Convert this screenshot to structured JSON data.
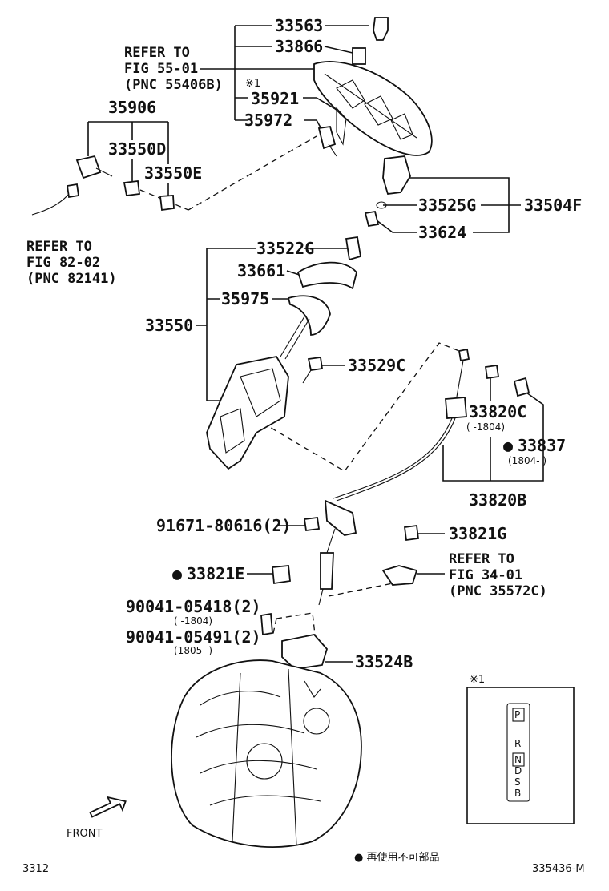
{
  "labels": {
    "p33563": "33563",
    "p33866": "33866",
    "p35921": "35921",
    "p35972": "35972",
    "p35906": "35906",
    "p33550D": "33550D",
    "p33550E": "33550E",
    "p33525G": "33525G",
    "p33504F": "33504F",
    "p33624": "33624",
    "p33522G": "33522G",
    "p33661": "33661",
    "p35975": "35975",
    "p33550": "33550",
    "p33529C": "33529C",
    "p33820C": "33820C",
    "p33837": "33837",
    "p33820B": "33820B",
    "p91671": "91671-80616(2)",
    "p33821G": "33821G",
    "p33821E": "33821E",
    "p90041a": "90041-05418(2)",
    "p90041b": "90041-05491(2)",
    "p33524B": "33524B"
  },
  "date_notes": {
    "n33820C": "(      -1804)",
    "n33837": "(1804-      )",
    "n90041a": "(      -1804)",
    "n90041b": "(1805-      )"
  },
  "refs": {
    "fig55": [
      "REFER TO",
      "FIG 55-01",
      "(PNC 55406B)"
    ],
    "fig82": [
      "REFER TO",
      "FIG 82-02",
      "(PNC 82141)"
    ],
    "fig34": [
      "REFER TO",
      "FIG 34-01",
      "(PNC 35572C)"
    ]
  },
  "marks": {
    "star1": "※1",
    "inset_title": "※1",
    "bullet": "●"
  },
  "inset": {
    "gear_letters": [
      "P",
      "R",
      "N",
      "D",
      "S",
      "B"
    ]
  },
  "footer": {
    "legend": "● 再使用不可部品",
    "left_code": "3312",
    "right_code": "335436-M",
    "front": "FRONT"
  }
}
